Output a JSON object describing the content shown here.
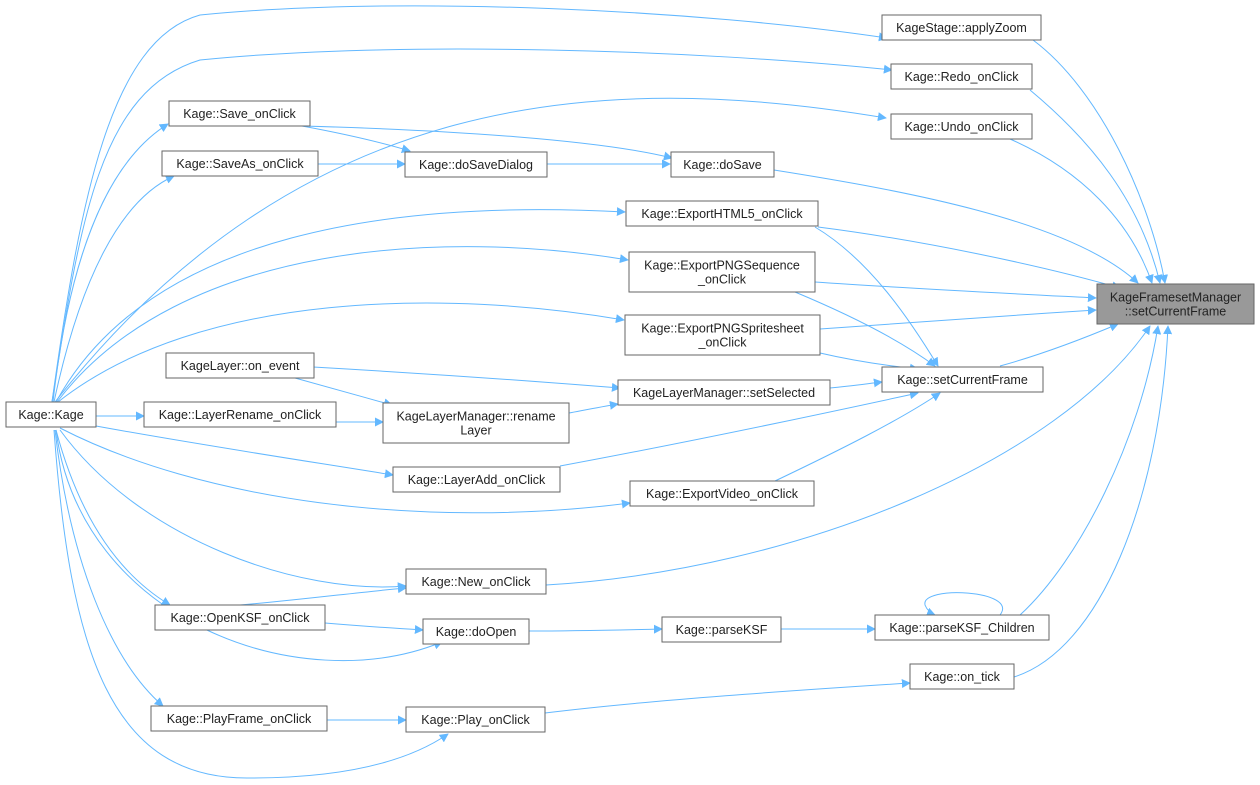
{
  "colors": {
    "edge": "#63b8ff",
    "node_fill": "#ffffff",
    "node_border": "#666666",
    "root_fill": "#999999",
    "text": "#222222"
  },
  "graph": {
    "nodes": [
      {
        "id": "root",
        "lines": [
          "KageFramesetManager",
          "::setCurrentFrame"
        ],
        "root": true
      },
      {
        "id": "applyZoom",
        "lines": [
          "KageStage::applyZoom"
        ]
      },
      {
        "id": "redo",
        "lines": [
          "Kage::Redo_onClick"
        ]
      },
      {
        "id": "undo",
        "lines": [
          "Kage::Undo_onClick"
        ]
      },
      {
        "id": "save",
        "lines": [
          "Kage::Save_onClick"
        ]
      },
      {
        "id": "saveas",
        "lines": [
          "Kage::SaveAs_onClick"
        ]
      },
      {
        "id": "dosavedialog",
        "lines": [
          "Kage::doSaveDialog"
        ]
      },
      {
        "id": "dosave",
        "lines": [
          "Kage::doSave"
        ]
      },
      {
        "id": "exporthtml5",
        "lines": [
          "Kage::ExportHTML5_onClick"
        ]
      },
      {
        "id": "exportpngseq",
        "lines": [
          "Kage::ExportPNGSequence",
          "_onClick"
        ]
      },
      {
        "id": "exportpngsprite",
        "lines": [
          "Kage::ExportPNGSpritesheet",
          "_onClick"
        ]
      },
      {
        "id": "kagelayer_onevent",
        "lines": [
          "KageLayer::on_event"
        ]
      },
      {
        "id": "setselected",
        "lines": [
          "KageLayerManager::setSelected"
        ]
      },
      {
        "id": "setcurrentframe",
        "lines": [
          "Kage::setCurrentFrame"
        ]
      },
      {
        "id": "kage",
        "lines": [
          "Kage::Kage"
        ]
      },
      {
        "id": "layerrename",
        "lines": [
          "Kage::LayerRename_onClick"
        ]
      },
      {
        "id": "renamelayer",
        "lines": [
          "KageLayerManager::rename",
          "Layer"
        ]
      },
      {
        "id": "layeradd",
        "lines": [
          "Kage::LayerAdd_onClick"
        ]
      },
      {
        "id": "exportvideo",
        "lines": [
          "Kage::ExportVideo_onClick"
        ]
      },
      {
        "id": "newonclick",
        "lines": [
          "Kage::New_onClick"
        ]
      },
      {
        "id": "openksf",
        "lines": [
          "Kage::OpenKSF_onClick"
        ]
      },
      {
        "id": "doopen",
        "lines": [
          "Kage::doOpen"
        ]
      },
      {
        "id": "parseksf",
        "lines": [
          "Kage::parseKSF"
        ]
      },
      {
        "id": "parseksfchildren",
        "lines": [
          "Kage::parseKSF_Children"
        ]
      },
      {
        "id": "ontick",
        "lines": [
          "Kage::on_tick"
        ]
      },
      {
        "id": "playframe",
        "lines": [
          "Kage::PlayFrame_onClick"
        ]
      },
      {
        "id": "play",
        "lines": [
          "Kage::Play_onClick"
        ]
      }
    ]
  }
}
